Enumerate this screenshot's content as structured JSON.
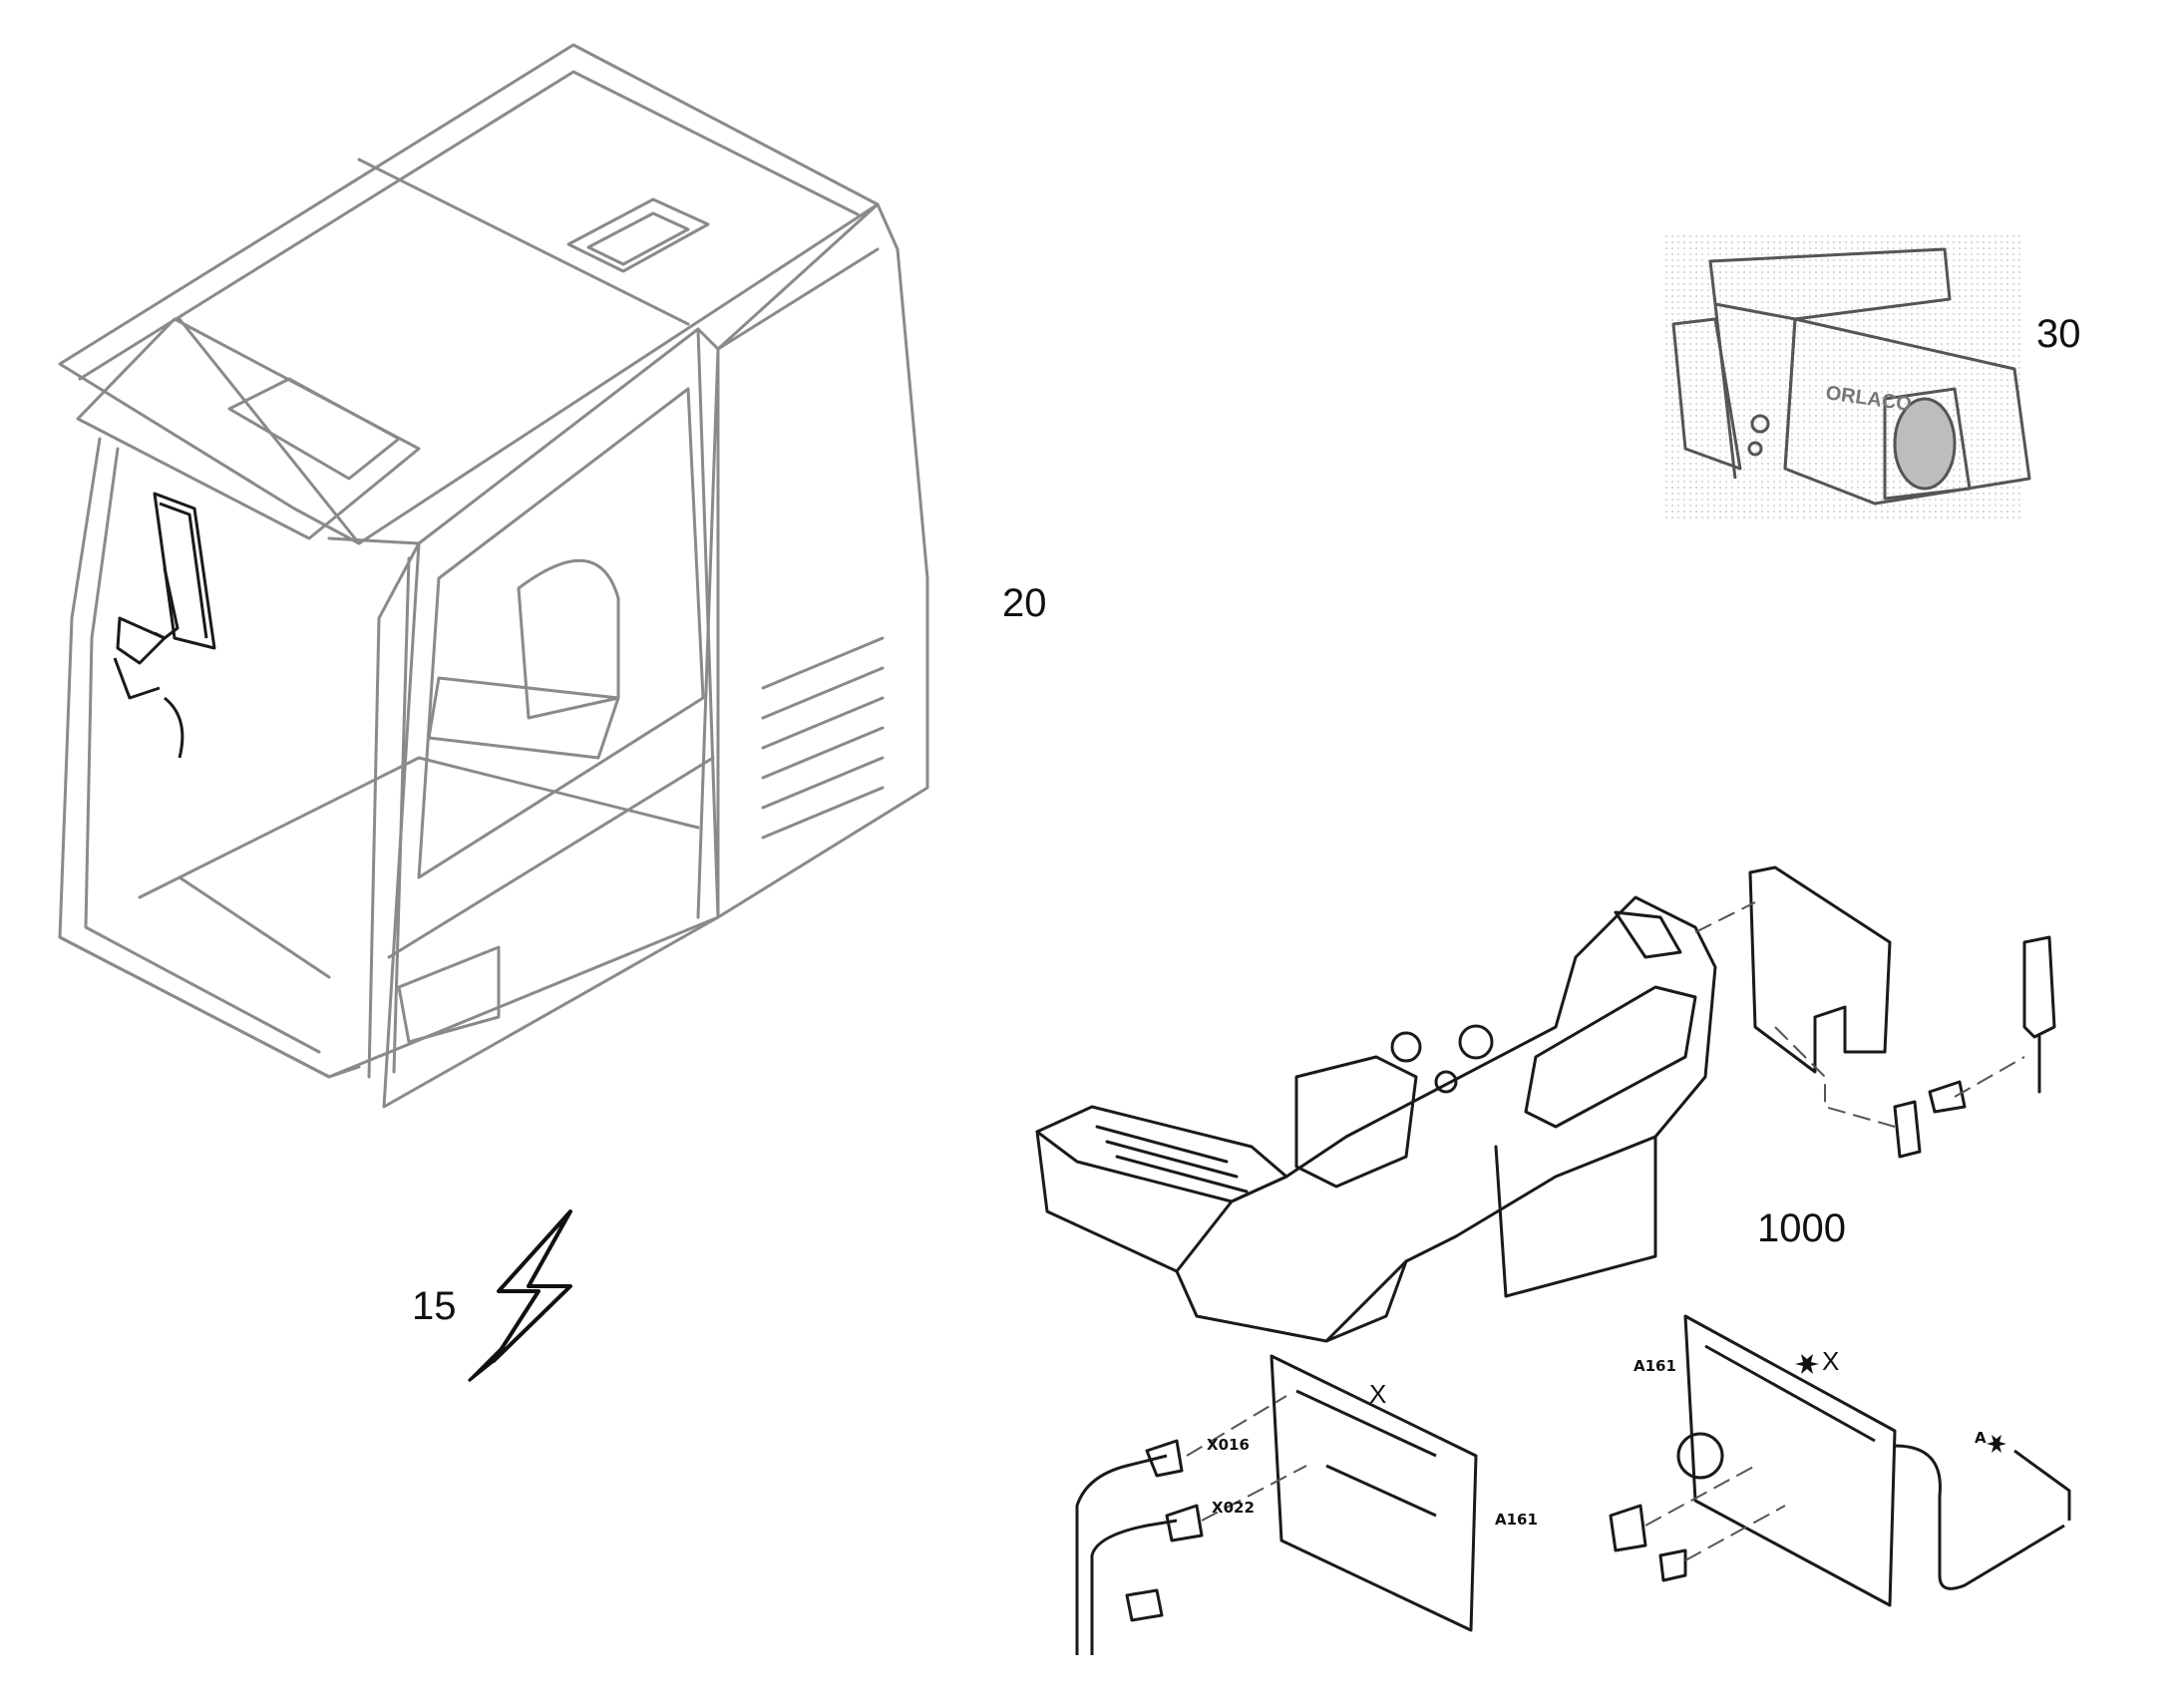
{
  "callouts": {
    "cab": "20",
    "electrical": "15",
    "camera": "30",
    "console": "1000"
  },
  "board_left": {
    "x_label": "X",
    "board_label": "A161",
    "connector_1": "X016",
    "connector_2": "X022"
  },
  "board_right": {
    "board_label": "A161",
    "x_label": "X",
    "a_label": "A"
  },
  "camera": {
    "brand_text": "ORLACO"
  },
  "colors": {
    "line": "#555555",
    "light_line": "#8a8a8a",
    "dark_line": "#1a1a1a",
    "dot_bg": "#cfcfcf"
  }
}
